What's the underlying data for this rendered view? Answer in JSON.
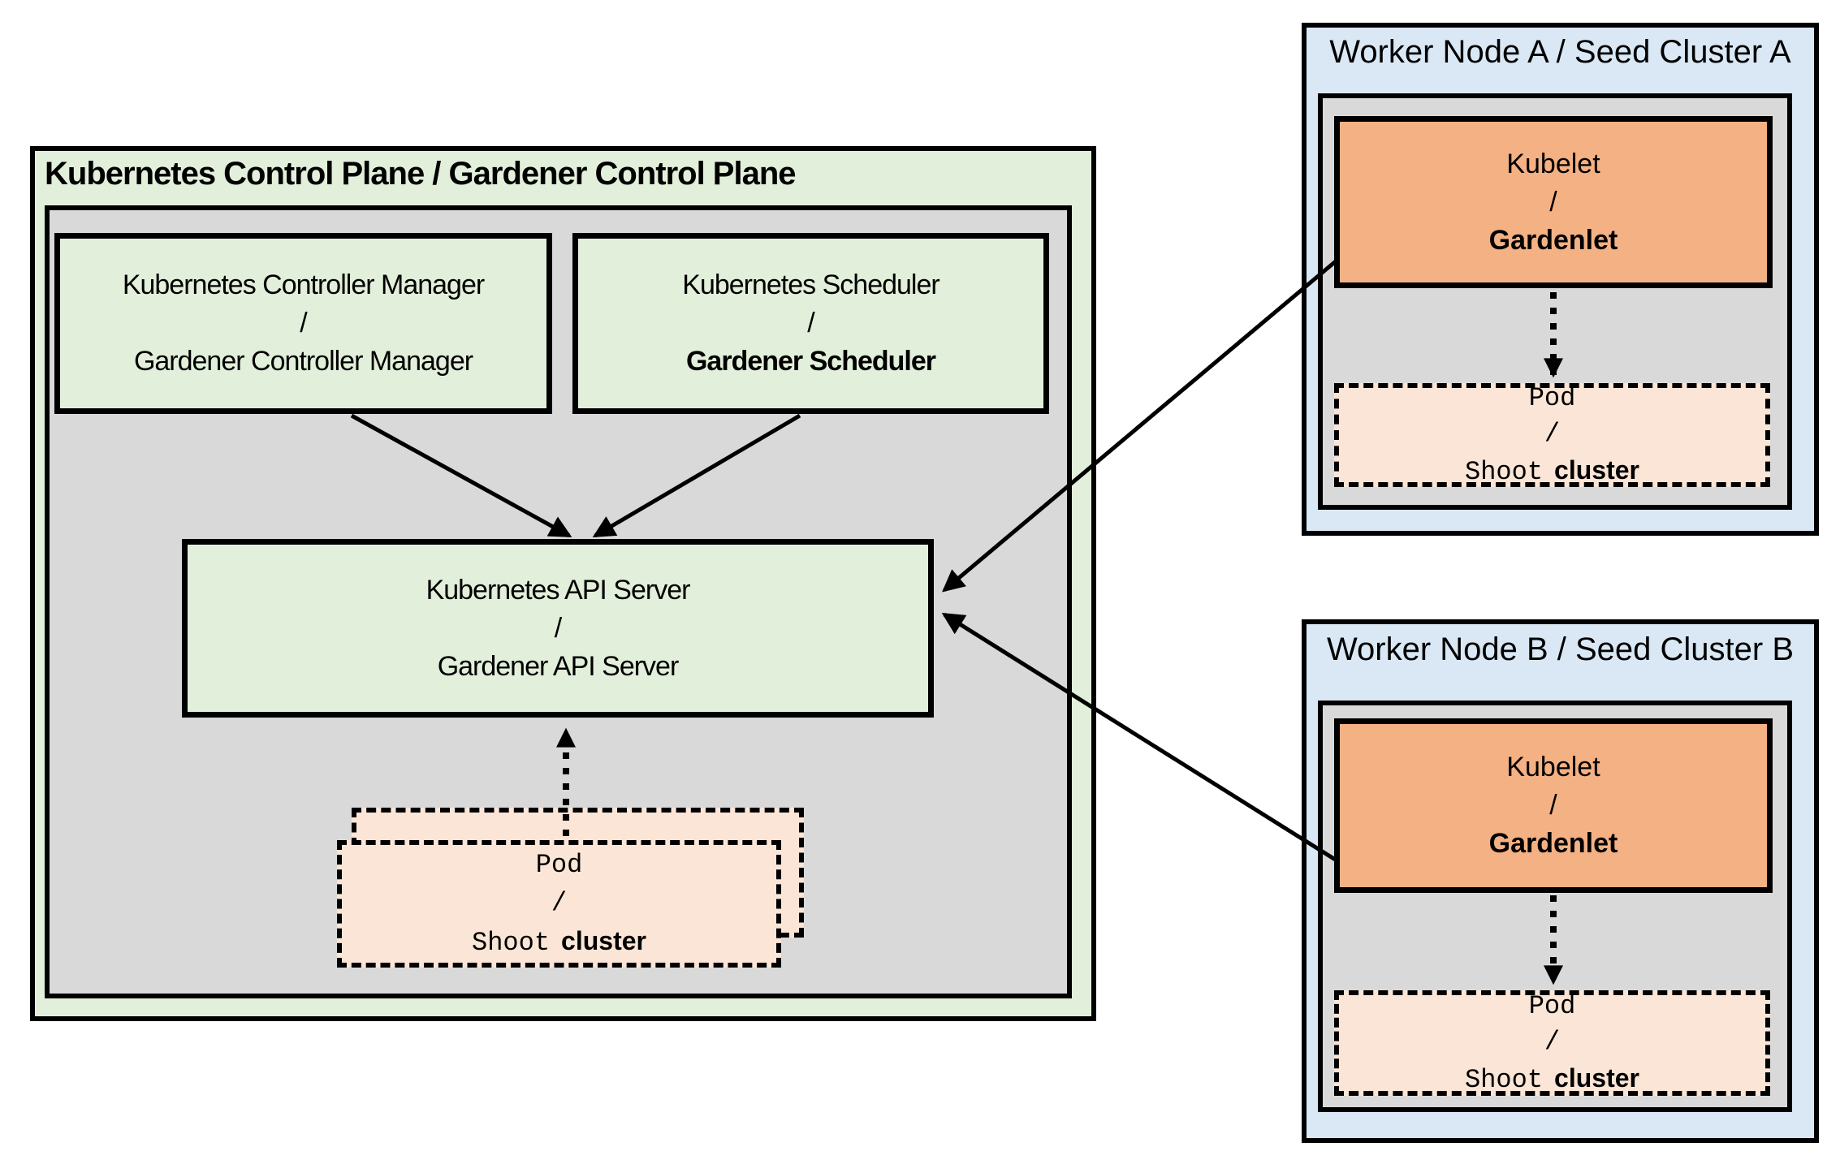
{
  "control_plane": {
    "title": "Kubernetes Control Plane / Gardener Control Plane",
    "controller_manager": {
      "top": "Kubernetes Controller Manager",
      "divider": "/",
      "bottom": "Gardener Controller Manager"
    },
    "scheduler": {
      "top": "Kubernetes Scheduler",
      "divider": "/",
      "bottom": "Gardener Scheduler"
    },
    "api_server": {
      "top": "Kubernetes API Server",
      "divider": "/",
      "bottom": "Gardener API Server"
    },
    "pod_stack": {
      "top": "Pod",
      "divider": "/",
      "bottom_code": "Shoot",
      "bottom_text": "cluster"
    }
  },
  "worker_node_a": {
    "title": "Worker Node A / Seed Cluster A",
    "kubelet": {
      "top": "Kubelet",
      "divider": "/",
      "bottom": "Gardenlet"
    },
    "pod": {
      "top": "Pod",
      "divider": "/",
      "bottom_code": "Shoot",
      "bottom_text": "cluster"
    }
  },
  "worker_node_b": {
    "title": "Worker Node B / Seed Cluster B",
    "kubelet": {
      "top": "Kubelet",
      "divider": "/",
      "bottom": "Gardenlet"
    },
    "pod": {
      "top": "Pod",
      "divider": "/",
      "bottom_code": "Shoot",
      "bottom_text": "cluster"
    }
  },
  "colors": {
    "container_green": "#e2efda",
    "panel_gray": "#d9d9d9",
    "node_blue": "#dae8f5",
    "kubelet_orange": "#f4b183",
    "pod_peach": "#fbe5d6",
    "line_black": "#000000"
  }
}
